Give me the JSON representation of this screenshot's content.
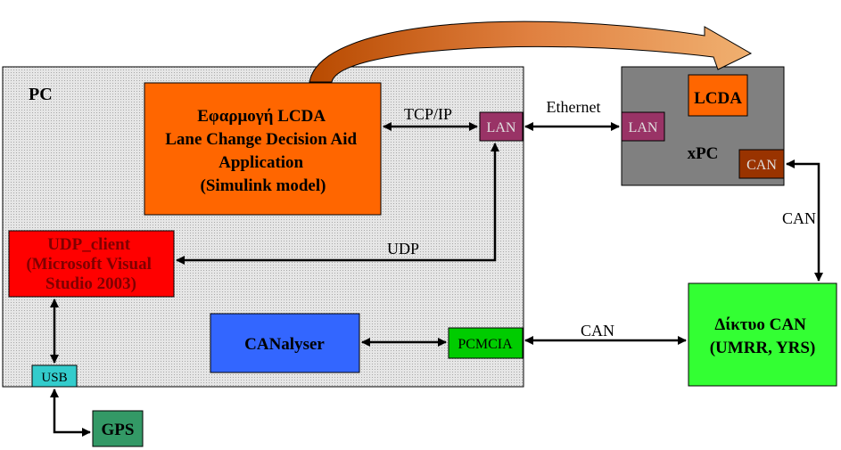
{
  "pc": {
    "label": "PC",
    "fill": "#d9d9d9"
  },
  "xpc": {
    "label": "xPC",
    "fill": "#808080"
  },
  "lcda_app": {
    "lines": [
      "Εφαρμογή LCDA",
      "Lane Change Decision Aid",
      "Application",
      "(Simulink model)"
    ],
    "fill": "#ff6600"
  },
  "udp_client": {
    "lines": [
      "UDP_client",
      "(Microsoft Visual",
      "Studio 2003)"
    ],
    "fill": "#ff0000",
    "text_color": "#800000"
  },
  "canalyser": {
    "label": "CANalyser",
    "fill": "#3366ff"
  },
  "can_network": {
    "lines": [
      "Δίκτυο CAN",
      "(UMRR, YRS)"
    ],
    "fill": "#33ff33"
  },
  "gps": {
    "label": "GPS",
    "fill": "#339966"
  },
  "ports": {
    "pc_lan": {
      "label": "LAN",
      "fill": "#993366"
    },
    "xpc_lan": {
      "label": "LAN",
      "fill": "#993366"
    },
    "xpc_lcda": {
      "label": "LCDA",
      "fill": "#ff6600"
    },
    "xpc_can": {
      "label": "CAN",
      "fill": "#993300"
    },
    "pcmcia": {
      "label": "PCMCIA",
      "fill": "#00cc00"
    },
    "usb": {
      "label": "USB",
      "fill": "#33cccc"
    }
  },
  "links": {
    "tcpip": "TCP/IP",
    "ethernet": "Ethernet",
    "udp": "UDP",
    "can_pc": "CAN",
    "can_xpc": "CAN"
  },
  "deploy_arrow_color": "#cc5500"
}
